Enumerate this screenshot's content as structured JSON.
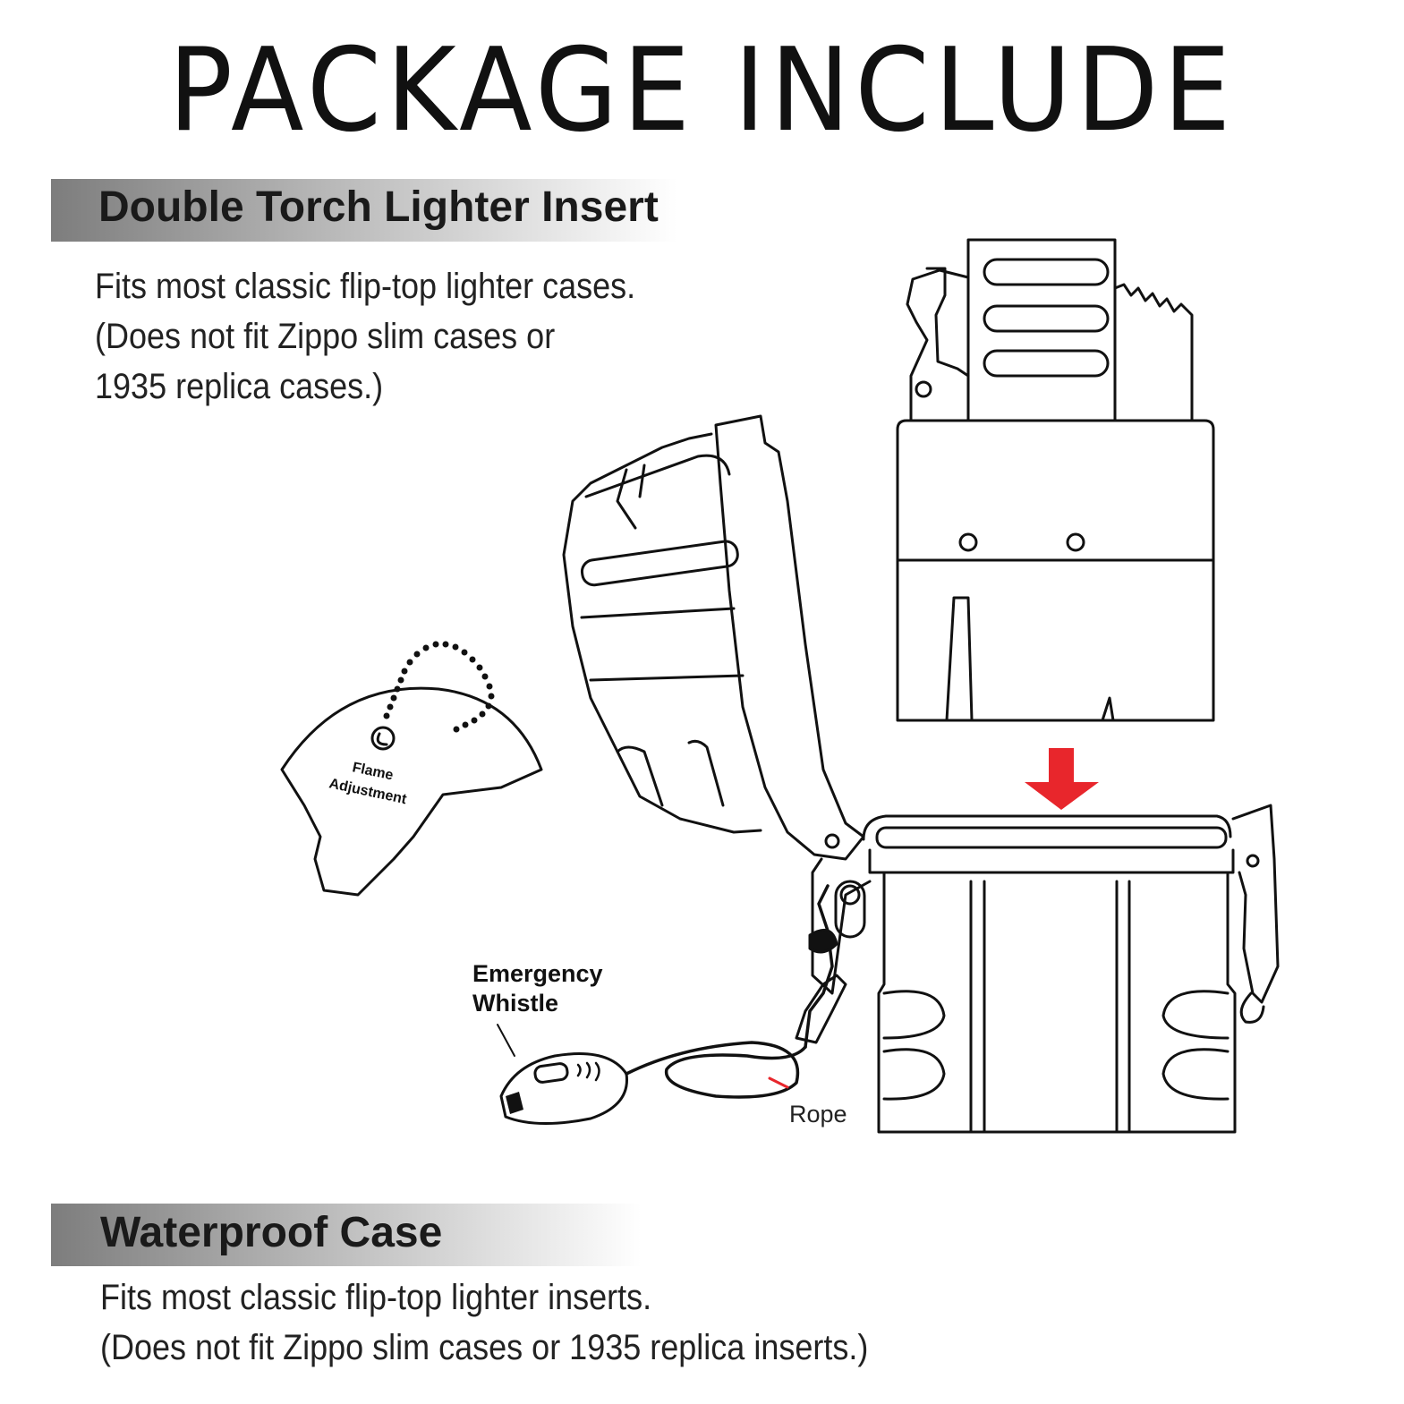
{
  "headline": "PACKAGE INCLUDE",
  "section_insert": {
    "title": "Double Torch Lighter Insert",
    "lines": [
      "Fits most classic flip-top lighter cases.",
      "(Does not fit Zippo slim cases or",
      "1935 replica cases.)"
    ]
  },
  "section_case": {
    "title": "Waterproof Case",
    "lines": [
      "Fits most classic flip-top lighter inserts.",
      "(Does not fit Zippo slim cases or 1935 replica inserts.)"
    ]
  },
  "labels": {
    "flame_line1": "Flame",
    "flame_line2": "Adjustment",
    "whistle_line1": "Emergency",
    "whistle_line2": "Whistle",
    "rope": "Rope"
  },
  "colors": {
    "arrow": "#e8262c",
    "band_dark": "#7d7d7d",
    "text": "#111111"
  }
}
